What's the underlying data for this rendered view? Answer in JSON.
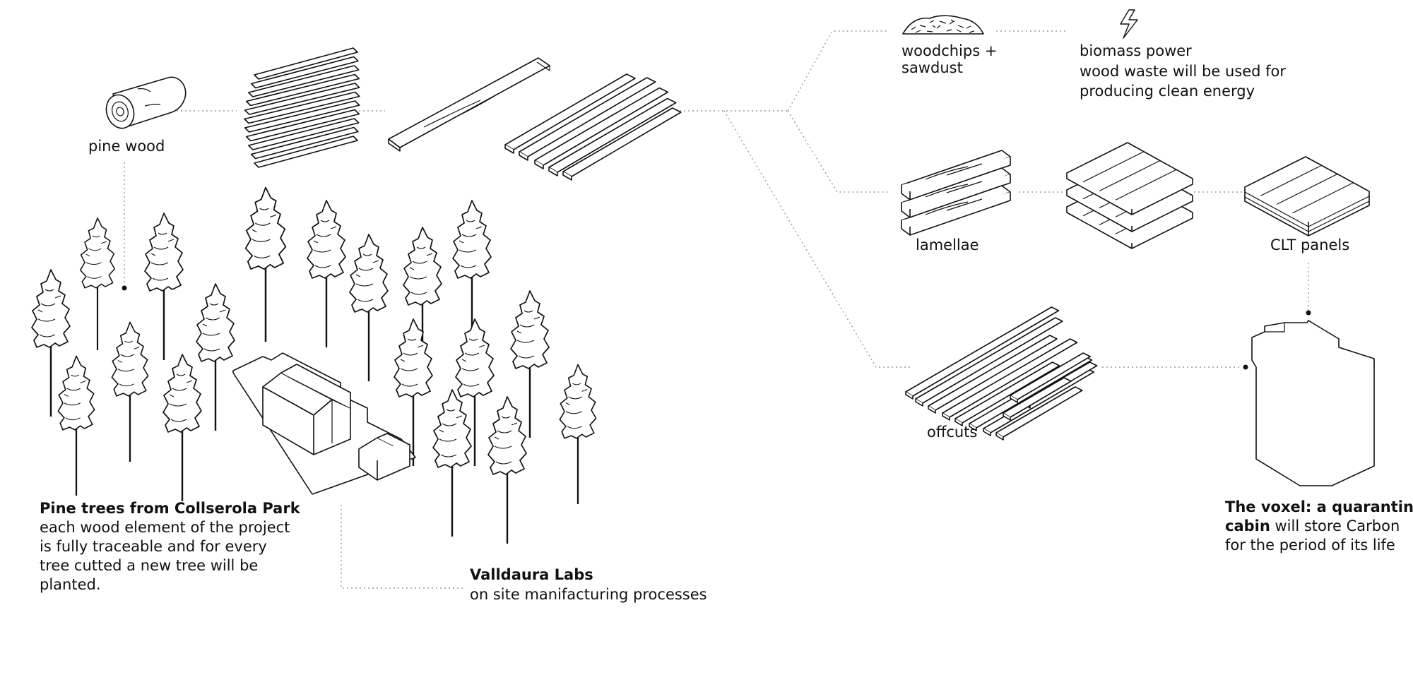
{
  "labels": {
    "pine_wood": "pine wood",
    "woodchips_line1": "woodchips +",
    "woodchips_line2": "sawdust",
    "biomass_title": "biomass power",
    "biomass_line1": "wood waste will be used for",
    "biomass_line2": "producing clean energy",
    "lamellae": "lamellae",
    "clt_panels": "CLT panels",
    "offcuts": "offcuts",
    "pine_trees_title": "Pine trees from Collserola Park",
    "pine_trees_line1": "each wood element of the project",
    "pine_trees_line2": "is fully traceable and for every",
    "pine_trees_line3": "tree cutted a new tree will be",
    "pine_trees_line4": "planted.",
    "valldaura_title": "Valldaura Labs",
    "valldaura_sub": "on site manifacturing processes",
    "voxel_title_1": "The voxel: a quarantine",
    "voxel_title_2": "cabin",
    "voxel_rest_2": " will store Carbon",
    "voxel_line3": "for the period of its life"
  },
  "icons": {
    "log": "log-icon",
    "planks": "sawn-planks-icon",
    "board": "single-board-icon",
    "boards": "board-stack-icon",
    "woodchips": "woodchips-pile-icon",
    "lightning": "lightning-icon",
    "lamellae": "lamellae-stack-icon",
    "clt_layers": "clt-layers-icon",
    "clt_panel": "clt-panel-icon",
    "offcuts": "offcuts-icon",
    "voxel": "voxel-cabin-icon",
    "tree": "pine-tree-icon",
    "building": "valldaura-building-icon"
  },
  "colors": {
    "ink": "#111111",
    "connector": "#999999",
    "background": "#ffffff"
  }
}
